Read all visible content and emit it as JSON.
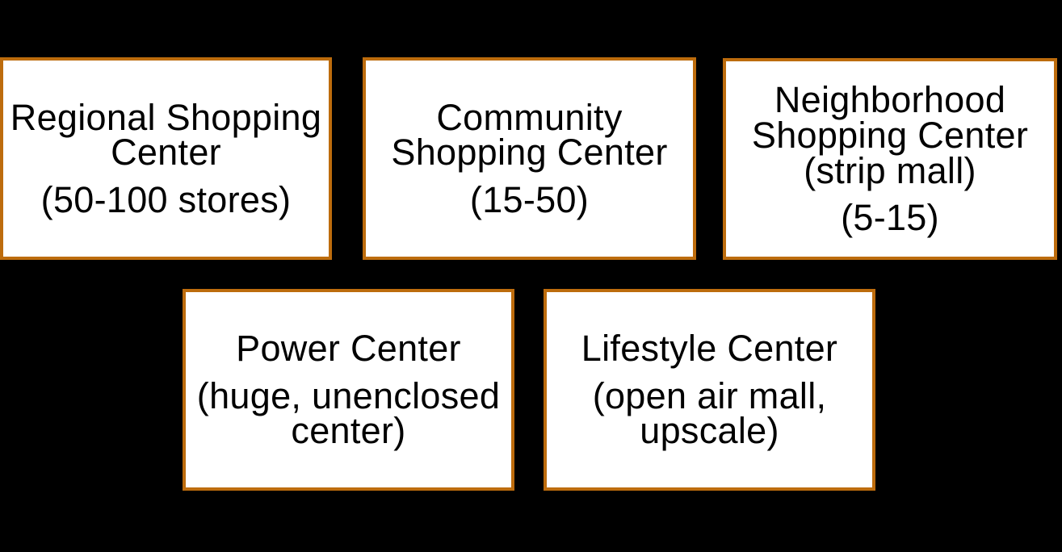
{
  "theme": {
    "background": "#000000",
    "box_fill": "#ffffff",
    "box_border": "#bd6c0d",
    "text_color": "#000000"
  },
  "diagram": {
    "description": "Five bordered boxes naming shopping center types",
    "boxes": [
      {
        "title": "Regional Shopping Center",
        "subtitle": "(50-100 stores)"
      },
      {
        "title": "Community Shopping Center",
        "subtitle": "(15-50)"
      },
      {
        "title": "Neighborhood Shopping Center (strip mall)",
        "subtitle": "(5-15)"
      },
      {
        "title": "Power Center",
        "subtitle": "(huge, unenclosed center)"
      },
      {
        "title": "Lifestyle Center",
        "subtitle": "(open air mall, upscale)"
      }
    ]
  }
}
